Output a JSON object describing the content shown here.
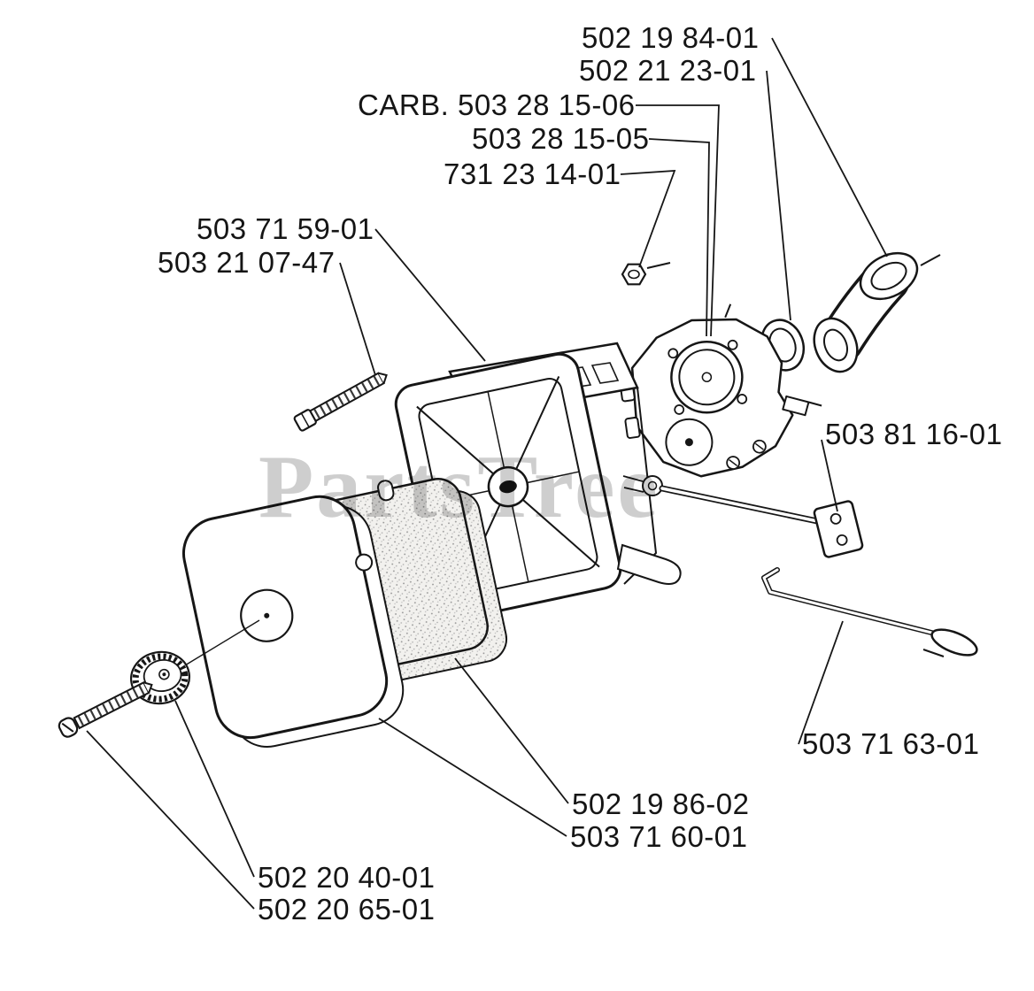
{
  "colors": {
    "background": "#ffffff",
    "line": "#161616",
    "watermark": "#c6c6c6"
  },
  "watermark": {
    "text": "PartsTree"
  },
  "labels": [
    {
      "text": "502 19 84-01"
    },
    {
      "text": "502 21 23-01"
    },
    {
      "text": "CARB. 503 28 15-06"
    },
    {
      "text": "503 28 15-05"
    },
    {
      "text": "731 23 14-01"
    },
    {
      "text": "503 71 59-01"
    },
    {
      "text": "503 21 07-47"
    },
    {
      "text": "503 81 16-01"
    },
    {
      "text": "503 71 63-01"
    },
    {
      "text": "502 19 86-02"
    },
    {
      "text": "503 71 60-01"
    },
    {
      "text": "502 20 40-01"
    },
    {
      "text": "502 20 65-01"
    }
  ]
}
